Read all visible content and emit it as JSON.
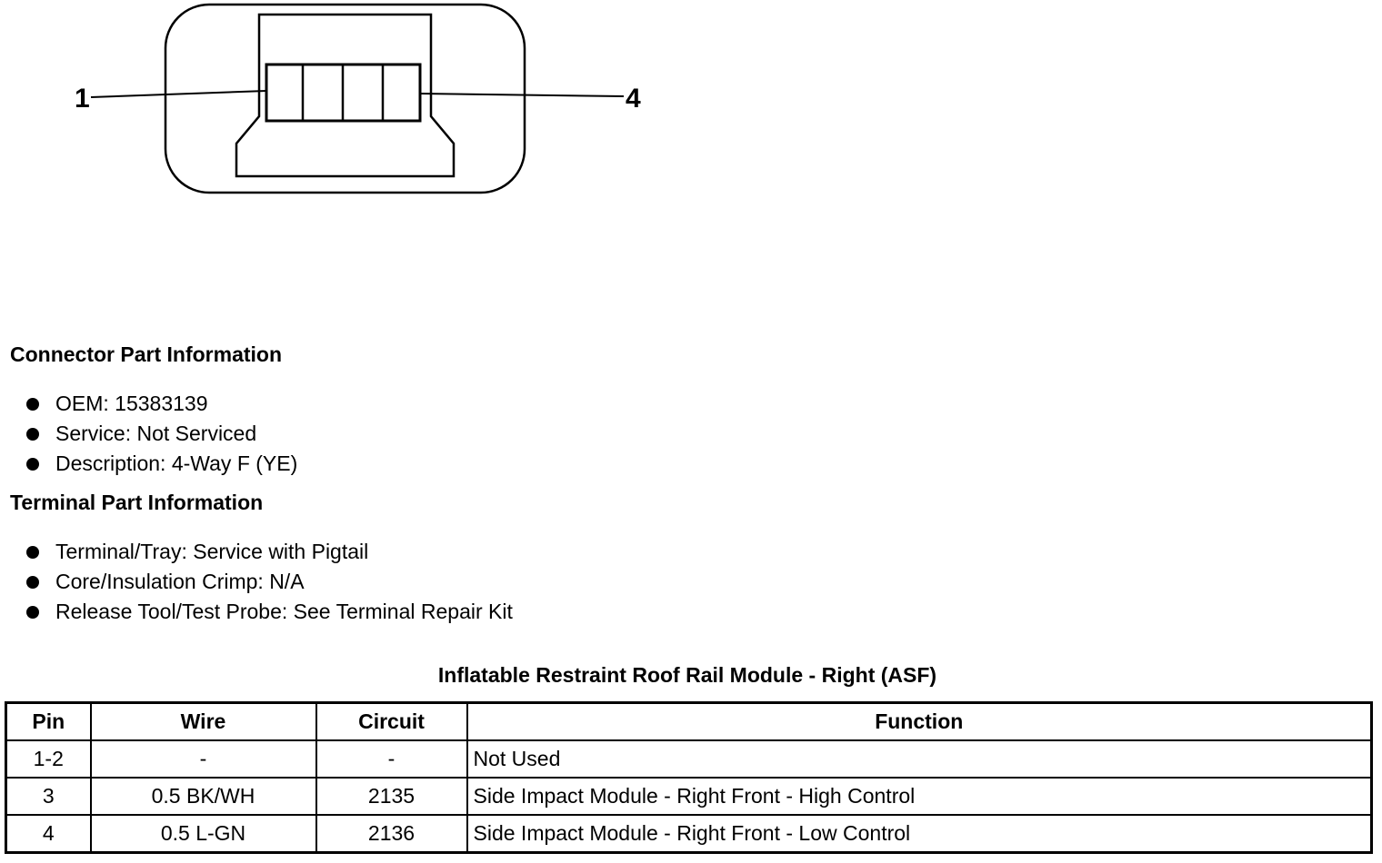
{
  "diagram": {
    "pin_left_label": "1",
    "pin_right_label": "4"
  },
  "connector_section": {
    "heading": "Connector Part Information",
    "items": [
      "OEM: 15383139",
      "Service: Not Serviced",
      "Description: 4-Way F (YE)"
    ]
  },
  "terminal_section": {
    "heading": "Terminal Part Information",
    "items": [
      "Terminal/Tray: Service with Pigtail",
      "Core/Insulation Crimp: N/A",
      "Release Tool/Test Probe: See Terminal Repair Kit"
    ]
  },
  "table": {
    "title": "Inflatable Restraint Roof Rail Module - Right (ASF)",
    "headers": [
      "Pin",
      "Wire",
      "Circuit",
      "Function"
    ],
    "rows": [
      [
        "1-2",
        "-",
        "-",
        "Not Used"
      ],
      [
        "3",
        "0.5 BK/WH",
        "2135",
        "Side Impact Module - Right Front - High Control"
      ],
      [
        "4",
        "0.5 L-GN",
        "2136",
        "Side Impact Module - Right Front - Low Control"
      ]
    ]
  }
}
